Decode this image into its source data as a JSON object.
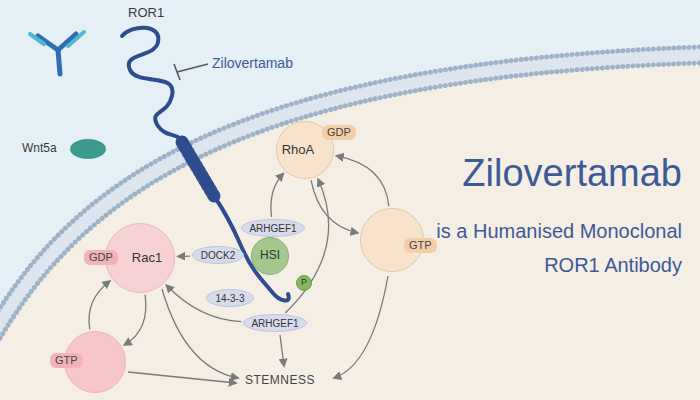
{
  "diagram": {
    "title": "Zilovertamab",
    "caption": "is a Humanised Monoclonal ROR1 Antibody",
    "nodes": [
      {
        "text": [
          "RhoA",
          "GDP"
        ]
      },
      {
        "text": [
          "Rac1",
          "GDP"
        ]
      },
      {
        "text": [
          "DOCK2"
        ]
      },
      {
        "text": [
          "ARHGEF1"
        ]
      },
      {
        "text": [
          "HSI"
        ]
      },
      {
        "text": [
          "P"
        ]
      },
      {
        "text": [
          "14-3-3"
        ]
      },
      {
        "text": [
          "ARHGEF1"
        ]
      },
      {
        "text": [
          "GTP"
        ]
      },
      {
        "text": [
          "GTP"
        ]
      }
    ],
    "edges": [
      {
        "from": 2,
        "to": 1,
        "arrow": "to"
      },
      {
        "from": 3,
        "to": 0,
        "arrow": "to"
      },
      {
        "from": 0,
        "to": 8,
        "arrow": "to"
      },
      {
        "from": 8,
        "to": 0,
        "arrow": "to"
      },
      {
        "from": 1,
        "to": 9,
        "arrow": "to"
      },
      {
        "from": 9,
        "to": 1,
        "arrow": "to"
      },
      {
        "from": 7,
        "to": 1,
        "arrow": "to"
      },
      {
        "from": 7,
        "to": 0,
        "arrow": "to"
      }
    ],
    "labels": [
      "ROR1",
      "Zilovertamab",
      "Wnt5a",
      "STEMNESS"
    ]
  }
}
